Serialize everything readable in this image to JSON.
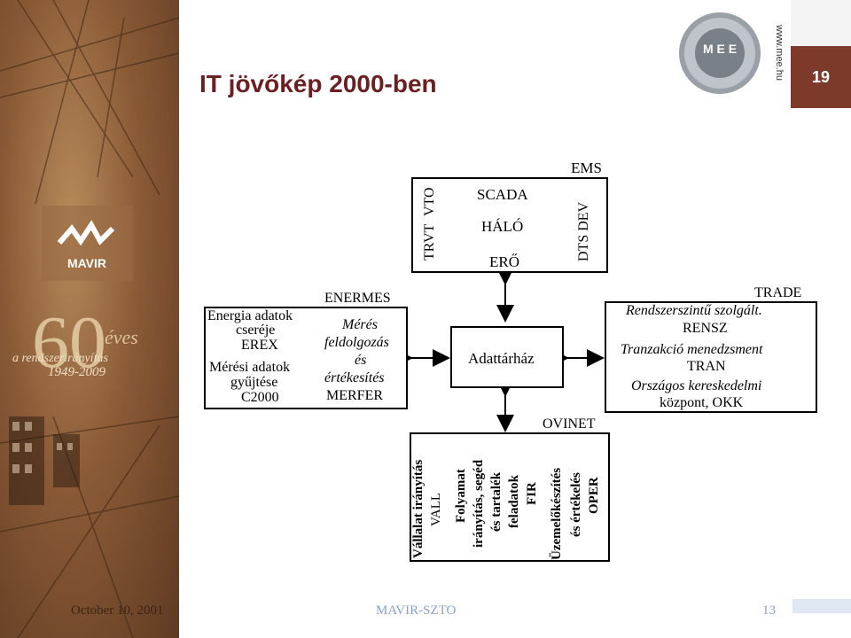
{
  "slide": {
    "title": "IT jövőkép 2000-ben",
    "page_number": "19",
    "footer_date": "October 10, 2001",
    "footer_center": "MAVIR-SZTO",
    "footer_number": "13",
    "url": "www.mee.hu"
  },
  "sidebar": {
    "logo_text": "MAVIR",
    "sixty": "60",
    "eves": "éves",
    "tagline": "a rendszerirányítás",
    "years": "1949-2009"
  },
  "mee_logo": {
    "initials": "M E E"
  },
  "diagram": {
    "top": {
      "ems": "EMS",
      "tr_line1": "TR",
      "tr_line2": "VT",
      "tr_line3": "VTO",
      "scada": "SCADA",
      "halo": "HÁLÓ",
      "ero": "ERŐ",
      "dts": "DTS DEV"
    },
    "left": {
      "energia": "Energia adatok",
      "csereje": "cseréje",
      "erex": "EREX",
      "meresi": "Mérési adatok",
      "gyujtese": "gyűjtése",
      "c2000": "C2000",
      "enermes": "ENERMES",
      "meres": "Mérés",
      "feldolgozas": "feldolgozás",
      "es": "és",
      "ertekesites": "értékesítés",
      "merfer": "MERFER"
    },
    "center": {
      "adattarhaz": "Adattárház"
    },
    "right": {
      "trade": "TRADE",
      "rendszer": "Rendszerszintű szolgált.",
      "rensz": "RENSZ",
      "tranzakcio": "Tranzakció menedzsment",
      "tran": "TRAN",
      "orszagos": "Országos kereskedelmi",
      "kozpont": "központ, OKK"
    },
    "bottom": {
      "ovinet": "OVINET",
      "vallalat": "Vállalat irányítás",
      "vall": "VALL",
      "folyamat": "Folyamat",
      "iranyitas": "irányítás, segéd",
      "tartalek": "és tartalék",
      "feladatok": "feladatok",
      "fir": "FIR",
      "uzemelo": "Üzemelőkészítés",
      "ertekeles": "és értékelés",
      "oper": "OPER"
    }
  },
  "colors": {
    "title": "#6b1f22",
    "page_box": "#7d3a2a",
    "footer_text": "#8aa1c7"
  }
}
